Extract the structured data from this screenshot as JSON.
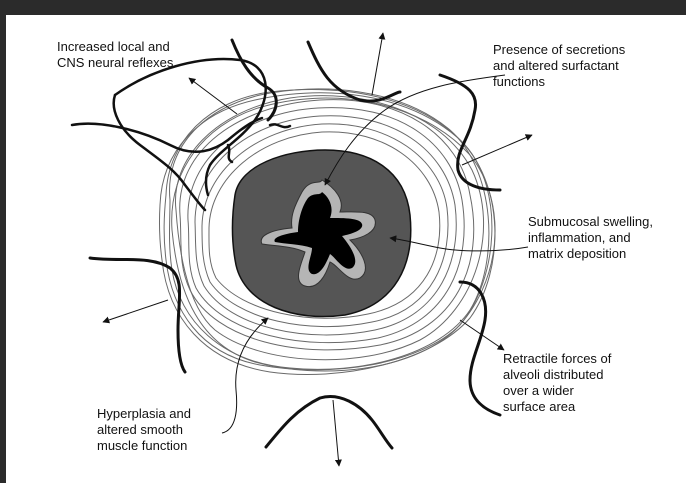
{
  "labels": {
    "neural_reflexes": "Increased local and\nCNS neural reflexes",
    "secretions": "Presence of secretions\nand altered surfactant\nfunctions",
    "submucosal": "Submucosal swelling,\ninflammation, and\nmatrix deposition",
    "retractile": "Retractile forces of\nalveoli distributed\nover a wider\nsurface area",
    "hyperplasia": "Hyperplasia and\naltered smooth\nmuscle function"
  },
  "colors": {
    "frame": "#2b2b2b",
    "submucosa": "#555555",
    "mucosa_layer": "#b5b5b5",
    "lumen": "#000000",
    "smooth_muscle_rings": "#6a6a6a",
    "alveolar_walls": "#111111"
  }
}
